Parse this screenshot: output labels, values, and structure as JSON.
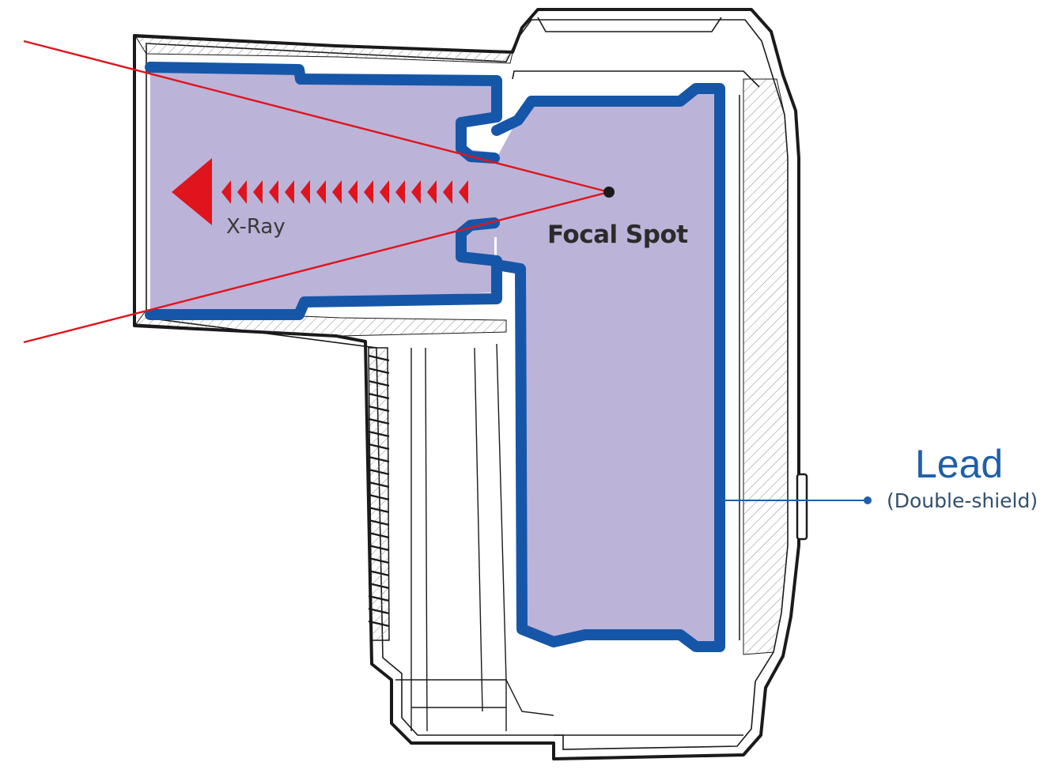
{
  "labels": {
    "xray": "X-Ray",
    "focal_spot": "Focal Spot",
    "lead": "Lead",
    "lead_note": "(Double-shield)"
  },
  "colors": {
    "body_outline": "#1a1a1a",
    "hatch": "#8a8a8a",
    "lead_shield": "#1656a8",
    "chamber_fill": "#bcb3d8",
    "beam": "#e0141c",
    "lead_callout": "#1f5fa8"
  }
}
